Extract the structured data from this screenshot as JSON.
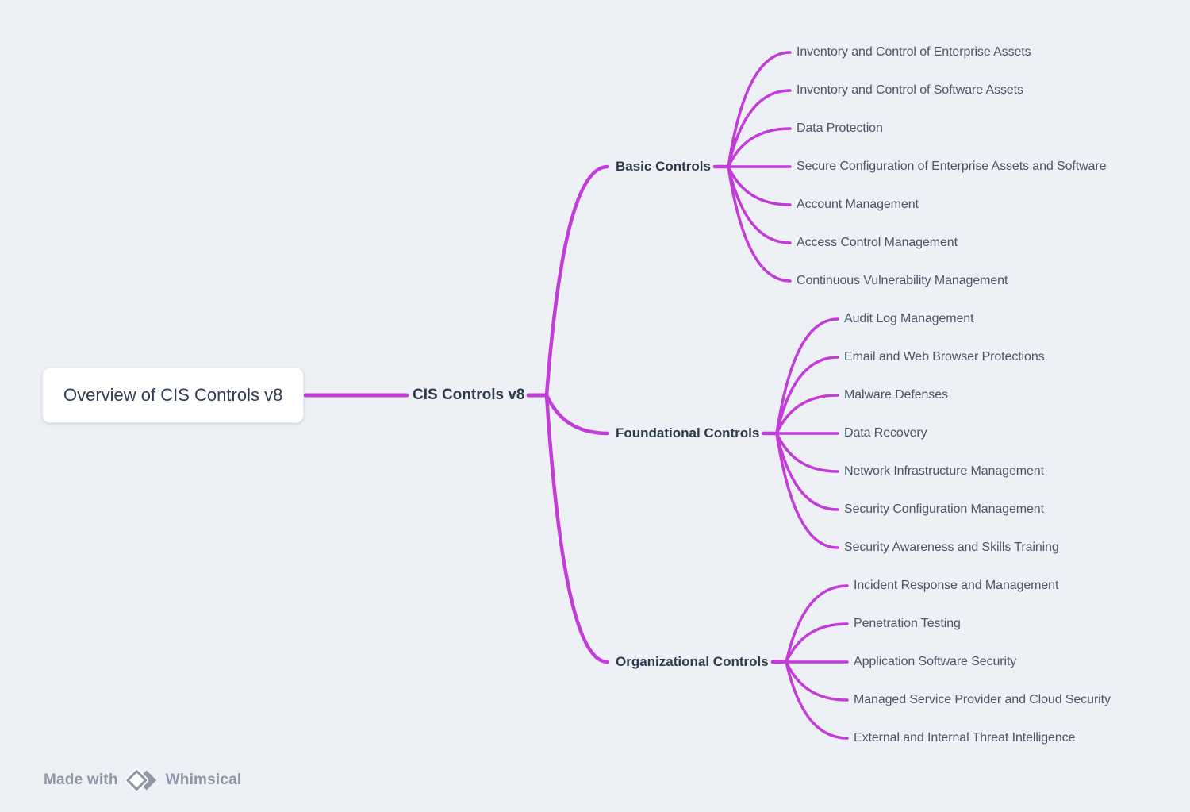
{
  "colors": {
    "background": "#edf1f5",
    "line": "#c33bd8",
    "text_dark": "#2e3a4e",
    "text_muted": "#4a5568",
    "footer_gray": "#8d97a7",
    "root_box_bg": "#ffffff"
  },
  "root": {
    "label": "Overview of CIS Controls v8"
  },
  "center": {
    "label": "CIS Controls v8"
  },
  "branches": [
    {
      "label": "Basic Controls",
      "children": [
        "Inventory and Control of Enterprise Assets",
        "Inventory and Control of Software Assets",
        "Data Protection",
        "Secure Configuration of Enterprise Assets and Software",
        "Account Management",
        "Access Control Management",
        "Continuous Vulnerability Management"
      ]
    },
    {
      "label": "Foundational Controls",
      "children": [
        "Audit Log Management",
        "Email and Web Browser Protections",
        "Malware Defenses",
        "Data Recovery",
        "Network Infrastructure Management",
        "Security Configuration Management",
        "Security Awareness and Skills Training"
      ]
    },
    {
      "label": "Organizational Controls",
      "children": [
        "Incident Response and Management",
        "Penetration Testing",
        "Application Software Security",
        "Managed Service Provider and Cloud Security",
        "External and Internal Threat Intelligence"
      ]
    }
  ],
  "footer": {
    "made_with": "Made with",
    "brand": "Whimsical"
  }
}
